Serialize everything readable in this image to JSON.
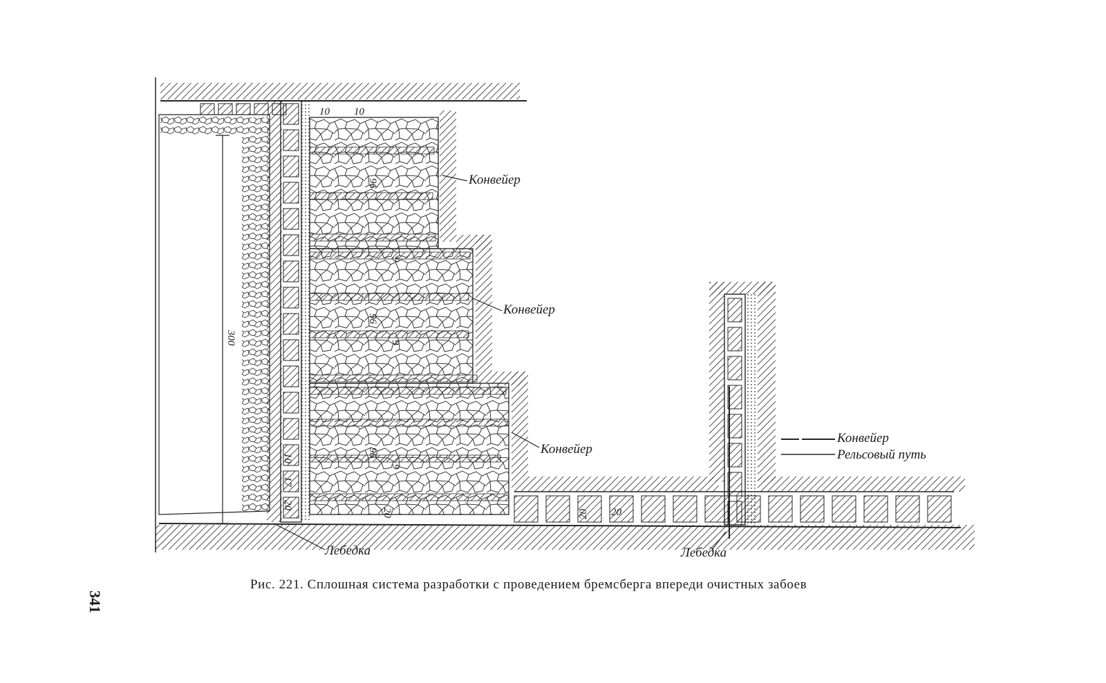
{
  "figure": {
    "labels": {
      "conveyor_1": "Конвейер",
      "conveyor_2": "Конвейер",
      "conveyor_3": "Конвейер",
      "winch_left": "Лебедка",
      "winch_right": "Лебедка"
    },
    "legend": {
      "conveyor": "Конвейер",
      "rail_track": "Рельсовый путь"
    },
    "dimensions": {
      "height_300": "300",
      "top_10a": "10",
      "top_10b": "10",
      "d96a": "96",
      "d96b": "96",
      "d96c": "96",
      "d9a": "9",
      "d9b": "9",
      "d9c": "9",
      "left_10": "10",
      "left_17": "17",
      "left_20": "20",
      "bottom_20a": "20",
      "bottom_20b": "20",
      "bottom_20c": "20"
    }
  },
  "caption": "Рис. 221. Сплошная система разработки с проведением бремсберга впереди очистных забоев",
  "page_number": "341"
}
